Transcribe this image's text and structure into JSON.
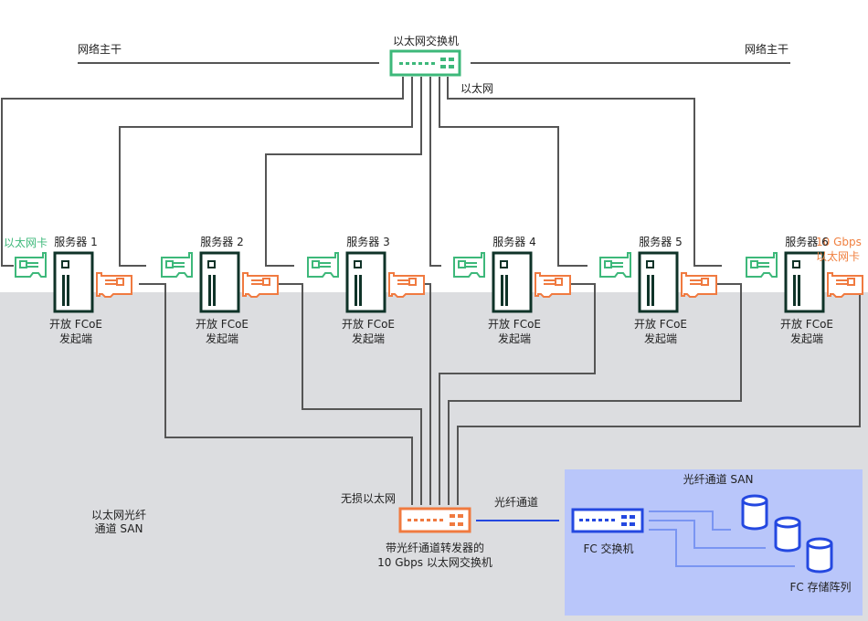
{
  "colors": {
    "line": "#555555",
    "green": "#3db87a",
    "orange": "#f07a40",
    "blue": "#2448e0",
    "server": "#0f3328",
    "gray_bg": "#dcdde0",
    "san_bg": "#b9c6fa"
  },
  "top": {
    "switch_label": "以太网交换机",
    "backbone_left": "网络主干",
    "backbone_right": "网络主干",
    "ethernet_label": "以太网"
  },
  "servers": [
    {
      "label": "服务器 1",
      "role_line1": "开放 FCoE",
      "role_line2": "发起端"
    },
    {
      "label": "服务器 2",
      "role_line1": "开放 FCoE",
      "role_line2": "发起端"
    },
    {
      "label": "服务器 3",
      "role_line1": "开放 FCoE",
      "role_line2": "发起端"
    },
    {
      "label": "服务器 4",
      "role_line1": "开放 FCoE",
      "role_line2": "发起端"
    },
    {
      "label": "服务器 5",
      "role_line1": "开放 FCoE",
      "role_line2": "发起端"
    },
    {
      "label": "服务器 6",
      "role_line1": "开放 FCoE",
      "role_line2": "发起端"
    }
  ],
  "nic_label": "以太网卡",
  "ten_g_nic_label_line1": "10 Gbps",
  "ten_g_nic_label_line2": "以太网卡",
  "fcoe_region": {
    "label_line1": "以太网光纤",
    "label_line2": "通道 SAN",
    "lossless_label": "无损以太网",
    "fcf_switch_line1": "带光纤通道转发器的",
    "fcf_switch_line2": "10 Gbps 以太网交换机",
    "fc_link_label": "光纤通道"
  },
  "fc_san": {
    "title": "光纤通道 SAN",
    "switch_label": "FC 交换机",
    "storage_label": "FC 存储阵列"
  }
}
